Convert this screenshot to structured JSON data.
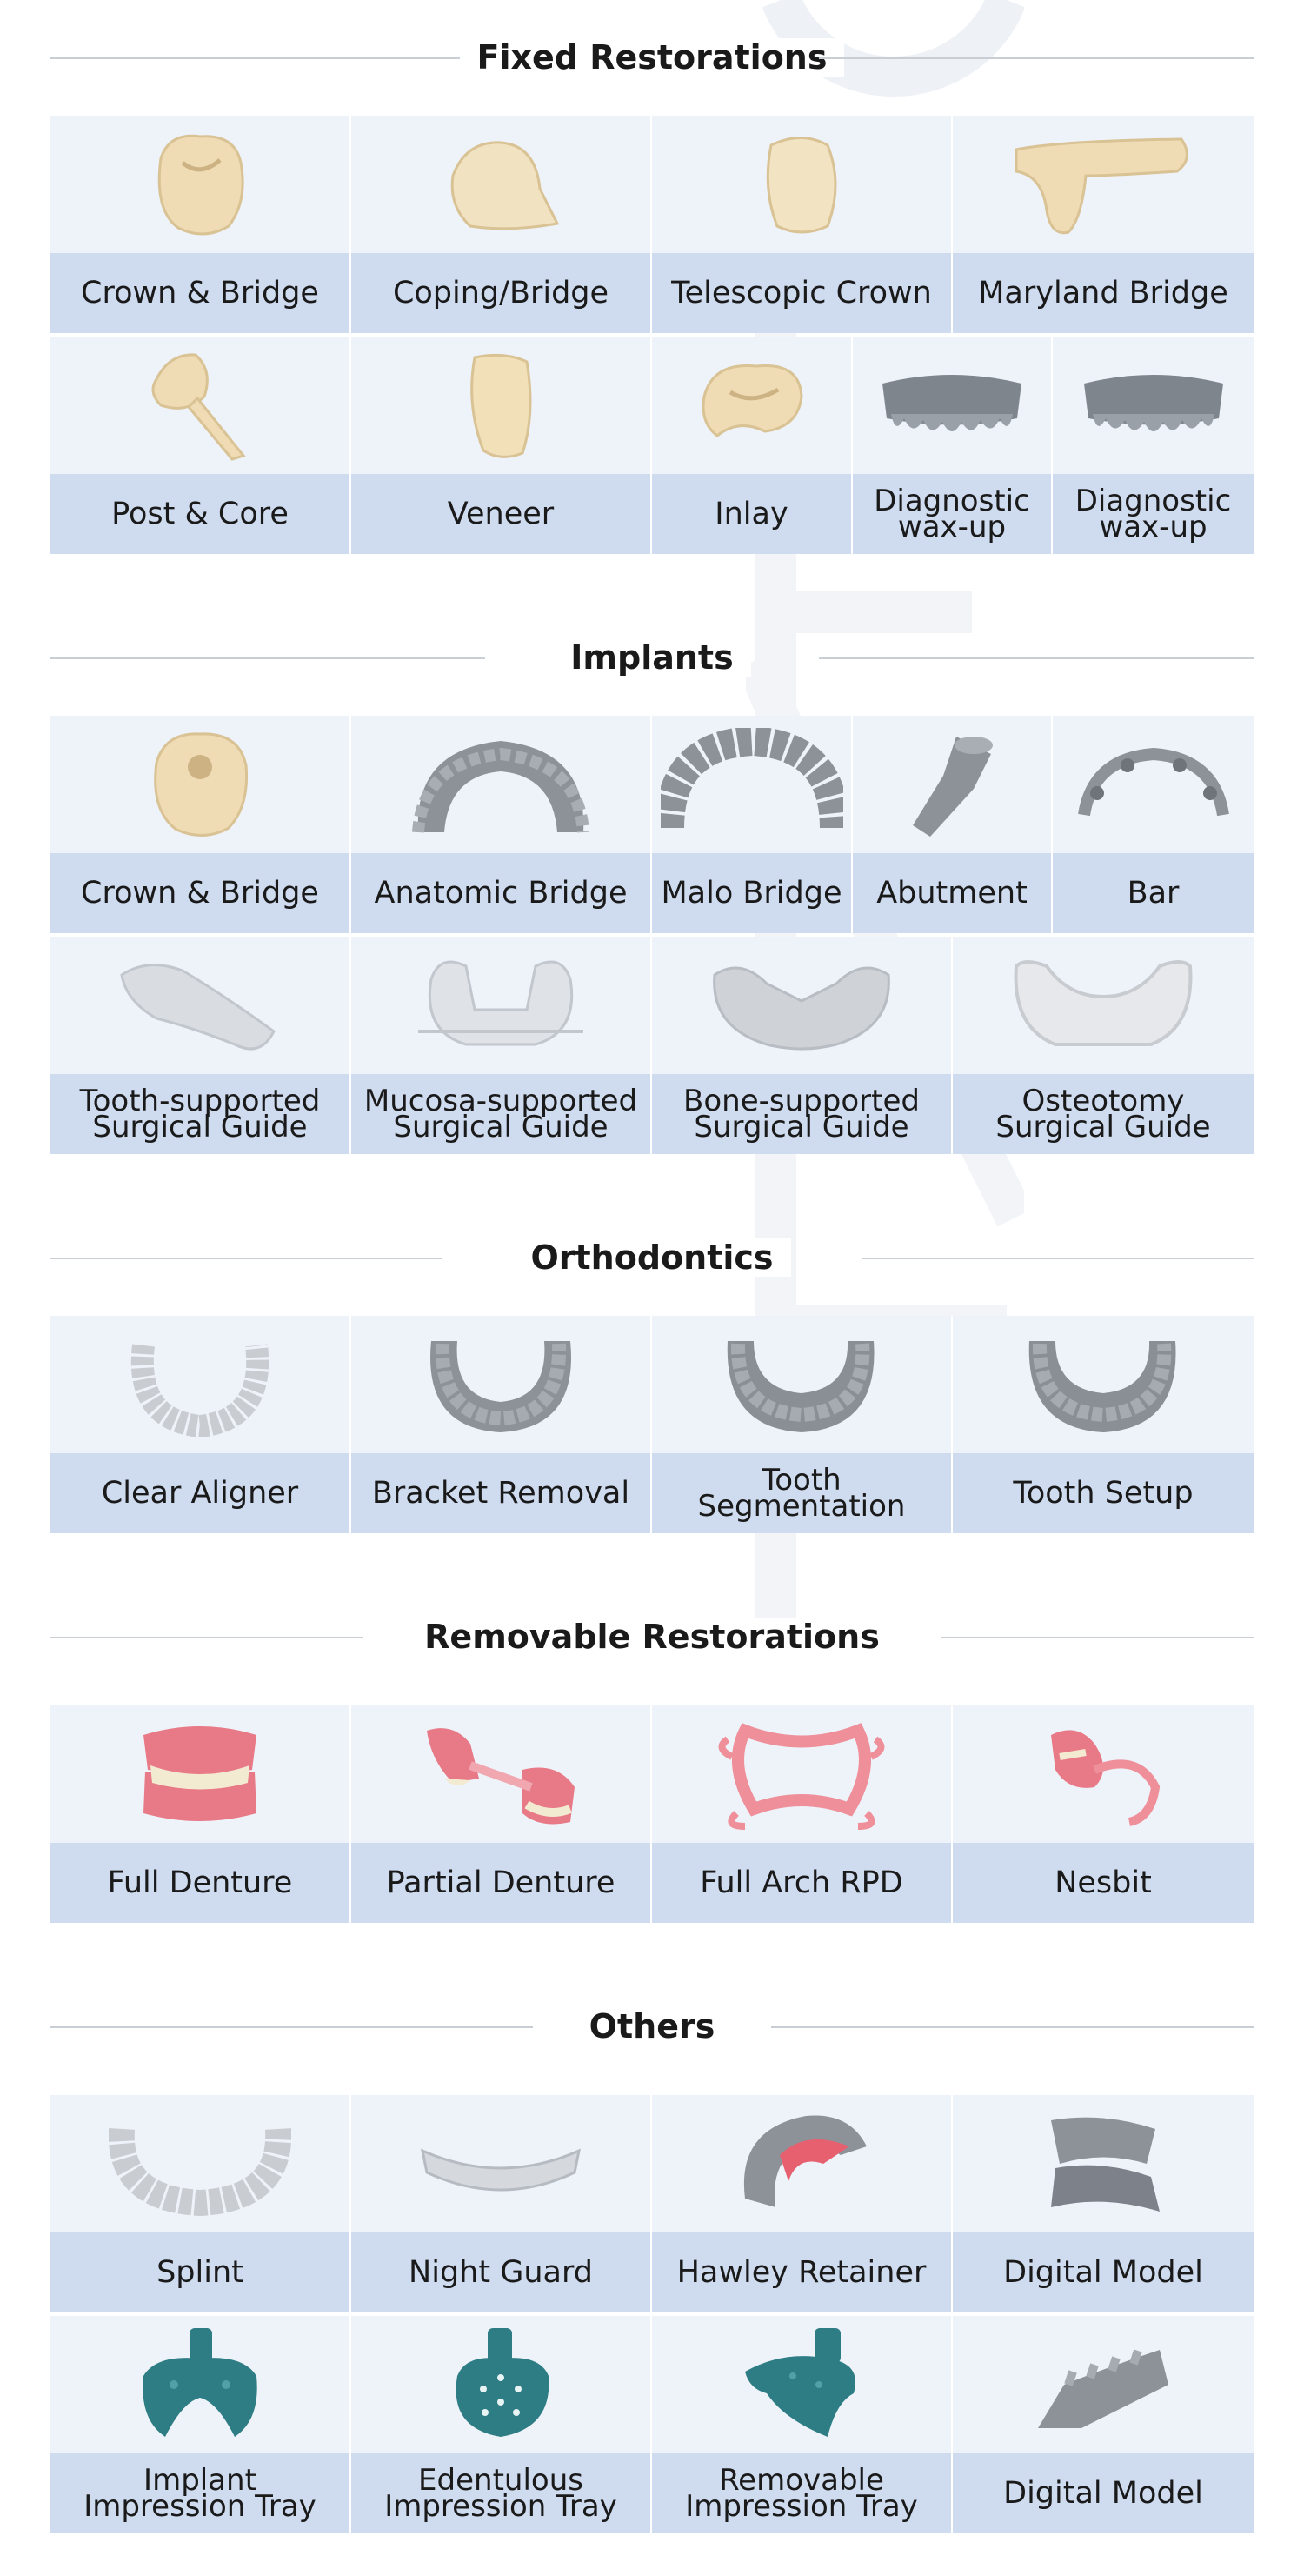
{
  "sections": [
    {
      "title": "Fixed Restorations",
      "rows": [
        [
          {
            "label": "Crown & Bridge",
            "icon": "crown-icon"
          },
          {
            "label": "Coping/Bridge",
            "icon": "coping-icon"
          },
          {
            "label": "Telescopic Crown",
            "icon": "telescopic-crown-icon"
          },
          {
            "label": "Maryland Bridge",
            "icon": "maryland-bridge-icon"
          }
        ],
        [
          {
            "label": "Post & Core",
            "icon": "post-core-icon"
          },
          {
            "label": "Veneer",
            "icon": "veneer-icon"
          },
          {
            "label": "Inlay",
            "icon": "inlay-icon"
          },
          {
            "label": "Diagnostic\nwax-up",
            "icon": "waxup-icon"
          },
          {
            "label": "Diagnostic\nwax-up",
            "icon": "waxup-icon"
          }
        ]
      ]
    },
    {
      "title": "Implants",
      "rows": [
        [
          {
            "label": "Crown & Bridge",
            "icon": "crown-icon"
          },
          {
            "label": "Anatomic Bridge",
            "icon": "anatomic-bridge-icon"
          },
          {
            "label": "Malo Bridge",
            "icon": "malo-bridge-icon"
          },
          {
            "label": "Abutment",
            "icon": "abutment-icon"
          },
          {
            "label": "Bar",
            "icon": "bar-icon"
          }
        ],
        [
          {
            "label": "Tooth-supported\nSurgical Guide",
            "icon": "surgical-guide-icon"
          },
          {
            "label": "Mucosa-supported\nSurgical Guide",
            "icon": "surgical-guide-icon"
          },
          {
            "label": "Bone-supported\nSurgical Guide",
            "icon": "surgical-guide-icon"
          },
          {
            "label": "Osteotomy\nSurgical Guide",
            "icon": "surgical-guide-icon"
          }
        ]
      ]
    },
    {
      "title": "Orthodontics",
      "rows": [
        [
          {
            "label": "Clear Aligner",
            "icon": "clear-aligner-icon"
          },
          {
            "label": "Bracket Removal",
            "icon": "arch-model-icon"
          },
          {
            "label": "Tooth\nSegmentation",
            "icon": "arch-model-icon"
          },
          {
            "label": "Tooth Setup",
            "icon": "arch-model-icon"
          }
        ]
      ]
    },
    {
      "title": "Removable Restorations",
      "rows": [
        [
          {
            "label": "Full Denture",
            "icon": "full-denture-icon"
          },
          {
            "label": "Partial Denture",
            "icon": "partial-denture-icon"
          },
          {
            "label": "Full Arch RPD",
            "icon": "rpd-framework-icon"
          },
          {
            "label": "Nesbit",
            "icon": "nesbit-icon"
          }
        ]
      ]
    },
    {
      "title": "Others",
      "rows": [
        [
          {
            "label": "Splint",
            "icon": "splint-icon"
          },
          {
            "label": "Night Guard",
            "icon": "night-guard-icon"
          },
          {
            "label": "Hawley Retainer",
            "icon": "hawley-retainer-icon"
          },
          {
            "label": "Digital Model",
            "icon": "digital-model-icon"
          }
        ],
        [
          {
            "label": "Implant\nImpression Tray",
            "icon": "impression-tray-icon"
          },
          {
            "label": "Edentulous\nImpression Tray",
            "icon": "impression-tray-icon"
          },
          {
            "label": "Removable\nImpression Tray",
            "icon": "impression-tray-icon"
          },
          {
            "label": "Digital Model",
            "icon": "digital-model-icon"
          }
        ]
      ]
    }
  ],
  "colors": {
    "image_bg": "#eef2f9",
    "label_bg": "#cfdcf0",
    "resin": "#efdcb4",
    "gray_model": "#8e939b",
    "pink": "#e87986",
    "teal": "#2e7d85",
    "clear": "#d7dbe0"
  }
}
